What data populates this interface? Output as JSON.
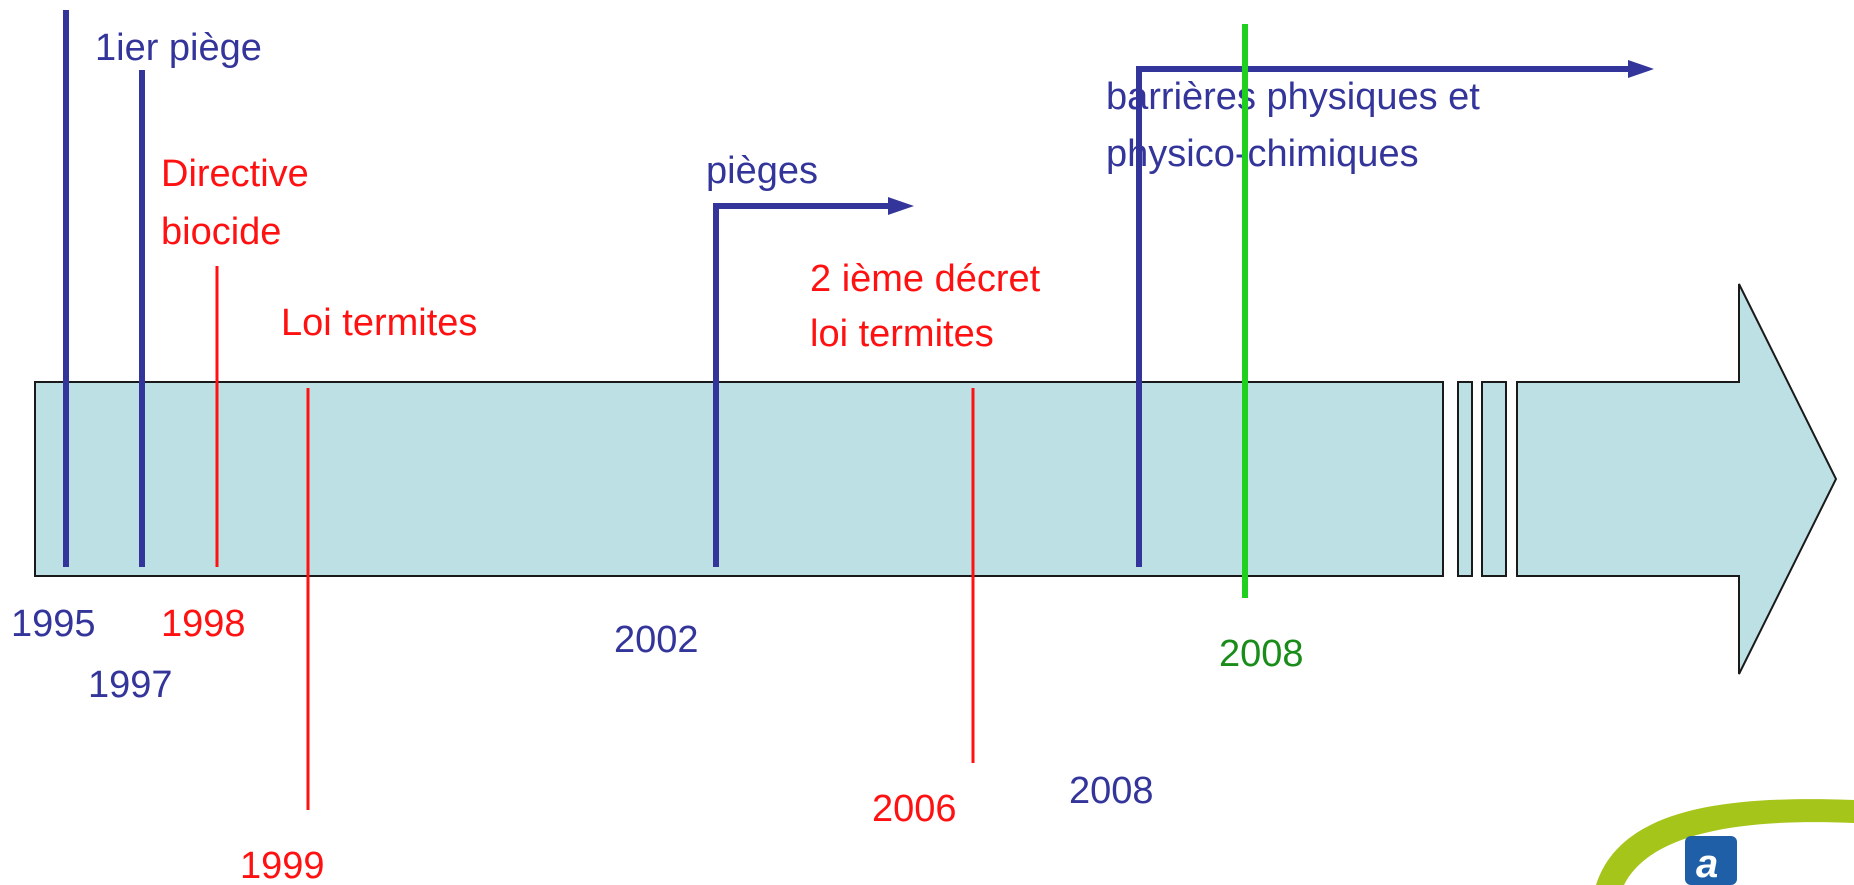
{
  "colors": {
    "band_fill": "#bce0e3",
    "band_stroke": "#1a1a1a",
    "blue": "#33359a",
    "red": "#ff1111",
    "green_line": "#1fd01f",
    "green_text": "#1a8c1a",
    "logo_arc": "#a6c51a",
    "logo_badge": "#1f5fa8"
  },
  "events": {
    "1995": {
      "year": "1995",
      "label": ""
    },
    "1997": {
      "year": "1997",
      "label": "1ier piège"
    },
    "1998": {
      "year": "1998",
      "label_lines": [
        "Directive",
        "biocide"
      ]
    },
    "1999": {
      "year": "1999",
      "label": "Loi termites"
    },
    "2002": {
      "year": "2002",
      "label": "pièges"
    },
    "2006": {
      "year": "2006",
      "label_lines": [
        "2 ième décret",
        "loi termites"
      ]
    },
    "2008_blue": {
      "year": "2008",
      "label_lines": [
        "barrières physiques et",
        "physico-chimiques"
      ]
    },
    "2008_green": {
      "year": "2008"
    }
  },
  "logo": {
    "letter": "a"
  }
}
